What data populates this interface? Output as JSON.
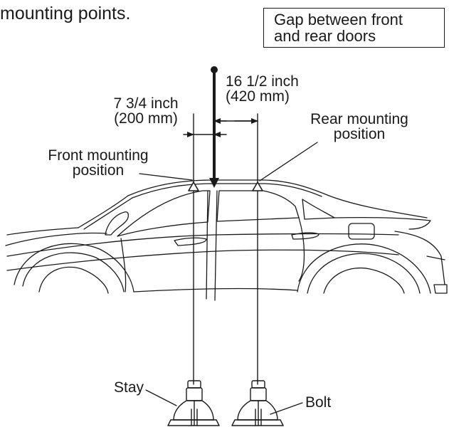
{
  "heading": "mounting points.",
  "callout": {
    "line1": "Gap between front",
    "line2": "and rear doors"
  },
  "dimensions": {
    "front": {
      "line1": "7 3/4 inch",
      "line2": "(200 mm)"
    },
    "rear": {
      "line1": "16 1/2 inch",
      "line2": "(420 mm)"
    }
  },
  "positions": {
    "front": {
      "line1": "Front mounting",
      "line2": "position"
    },
    "rear": {
      "line1": "Rear mounting",
      "line2": "position"
    }
  },
  "parts": {
    "stay": "Stay",
    "bolt": "Bolt"
  },
  "colors": {
    "ink": "#1a1a1a",
    "background": "#ffffff"
  }
}
